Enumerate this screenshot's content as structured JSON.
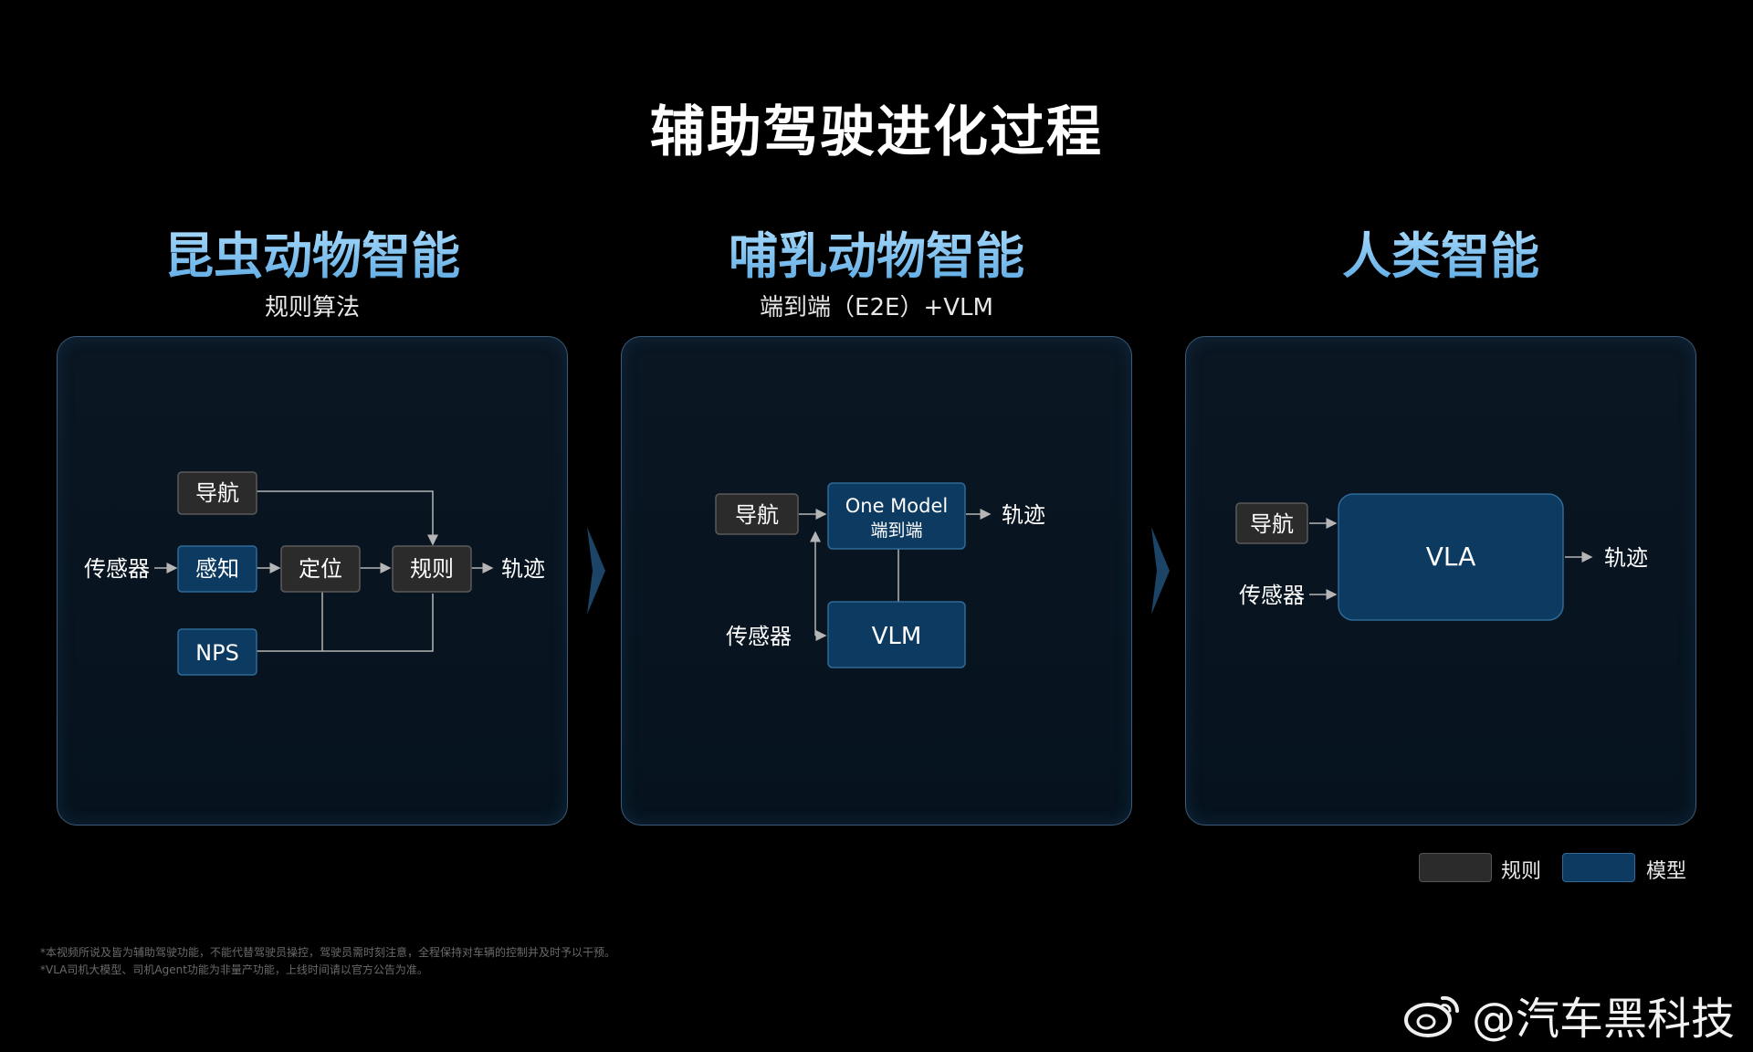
{
  "title": "辅助驾驶进化过程",
  "stages": [
    {
      "title": "昆虫动物智能",
      "subtitle": "规则算法",
      "nodes": {
        "nav": "导航",
        "sensor": "传感器",
        "perception": "感知",
        "localization": "定位",
        "rules": "规则",
        "trajectory": "轨迹",
        "nps": "NPS"
      }
    },
    {
      "title": "哺乳动物智能",
      "subtitle": "端到端（E2E）+VLM",
      "nodes": {
        "nav": "导航",
        "one_model_line1": "One Model",
        "one_model_line2": "端到端",
        "trajectory": "轨迹",
        "sensor": "传感器",
        "vlm": "VLM"
      }
    },
    {
      "title": "人类智能",
      "subtitle": "",
      "nodes": {
        "nav": "导航",
        "sensor": "传感器",
        "vla": "VLA",
        "trajectory": "轨迹"
      }
    }
  ],
  "legend": [
    {
      "label": "规则",
      "color": "#2b2b2b"
    },
    {
      "label": "模型",
      "color": "#0d3a60"
    }
  ],
  "footnotes": [
    "*本视频所说及皆为辅助驾驶功能，不能代替驾驶员操控，驾驶员需时刻注意，全程保持对车辆的控制并及时予以干预。",
    "*VLA司机大模型、司机Agent功能为非量产功能，上线时间请以官方公告为准。"
  ],
  "watermark": "@汽车黑科技",
  "colors": {
    "rule_box": "#2b2b2b",
    "model_box": "#0d3a60",
    "stage_title": "#7fc4f2",
    "background": "#000000"
  },
  "icons": [
    "weibo-icon",
    "chevron-right-icon"
  ]
}
